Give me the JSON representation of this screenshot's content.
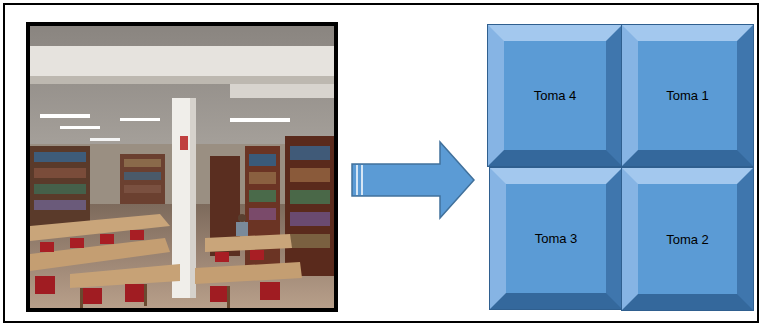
{
  "diagram": {
    "nodes": [
      {
        "text": [
          "Toma 4"
        ]
      },
      {
        "text": [
          "Toma 1"
        ]
      },
      {
        "text": [
          "Toma 3"
        ]
      },
      {
        "text": [
          "Toma 2"
        ]
      }
    ]
  }
}
